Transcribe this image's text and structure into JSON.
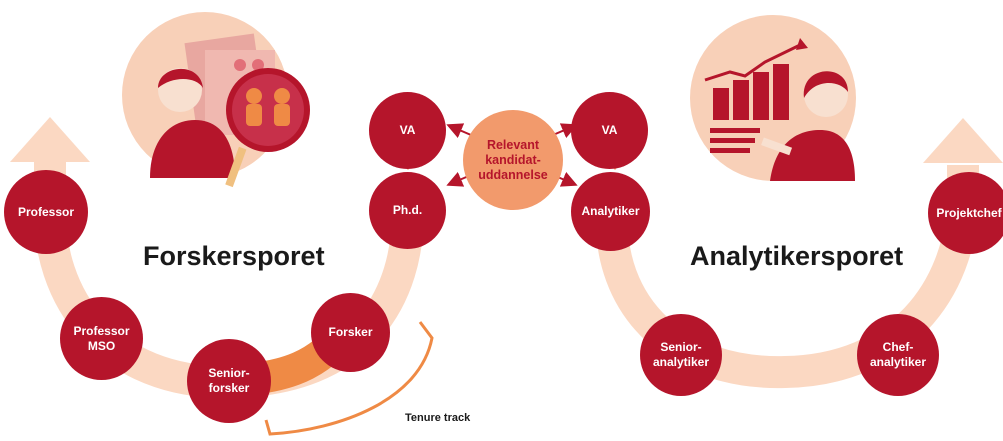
{
  "tracks": {
    "research": {
      "title": "Forskersporet",
      "nodes": [
        {
          "id": "va",
          "label": "VA"
        },
        {
          "id": "phd",
          "label": "Ph.d."
        },
        {
          "id": "forsker",
          "label": "Forsker"
        },
        {
          "id": "seniorforsker",
          "label": "Senior-\nforsker"
        },
        {
          "id": "professor-mso",
          "label": "Professor\nMSO"
        },
        {
          "id": "professor",
          "label": "Professor"
        }
      ],
      "tenure_label": "Tenure track",
      "illustration": "researcher-with-magnifier-icon"
    },
    "analyst": {
      "title": "Analytikersporet",
      "nodes": [
        {
          "id": "va",
          "label": "VA"
        },
        {
          "id": "analytiker",
          "label": "Analytiker"
        },
        {
          "id": "senioranalytiker",
          "label": "Senior-\nanalytiker"
        },
        {
          "id": "chefanalytiker",
          "label": "Chef-\nanalytiker"
        },
        {
          "id": "projektchef",
          "label": "Projektchef"
        }
      ],
      "illustration": "analyst-with-chart-icon"
    }
  },
  "center": {
    "label": "Relevant\nkandidat-\nuddannelse"
  },
  "colors": {
    "node": "#b5152b",
    "track": "#fbd8c2",
    "center": "#f29a6c",
    "tenure": "#ef8a45",
    "illustration_bg": "#f8d0b8"
  }
}
